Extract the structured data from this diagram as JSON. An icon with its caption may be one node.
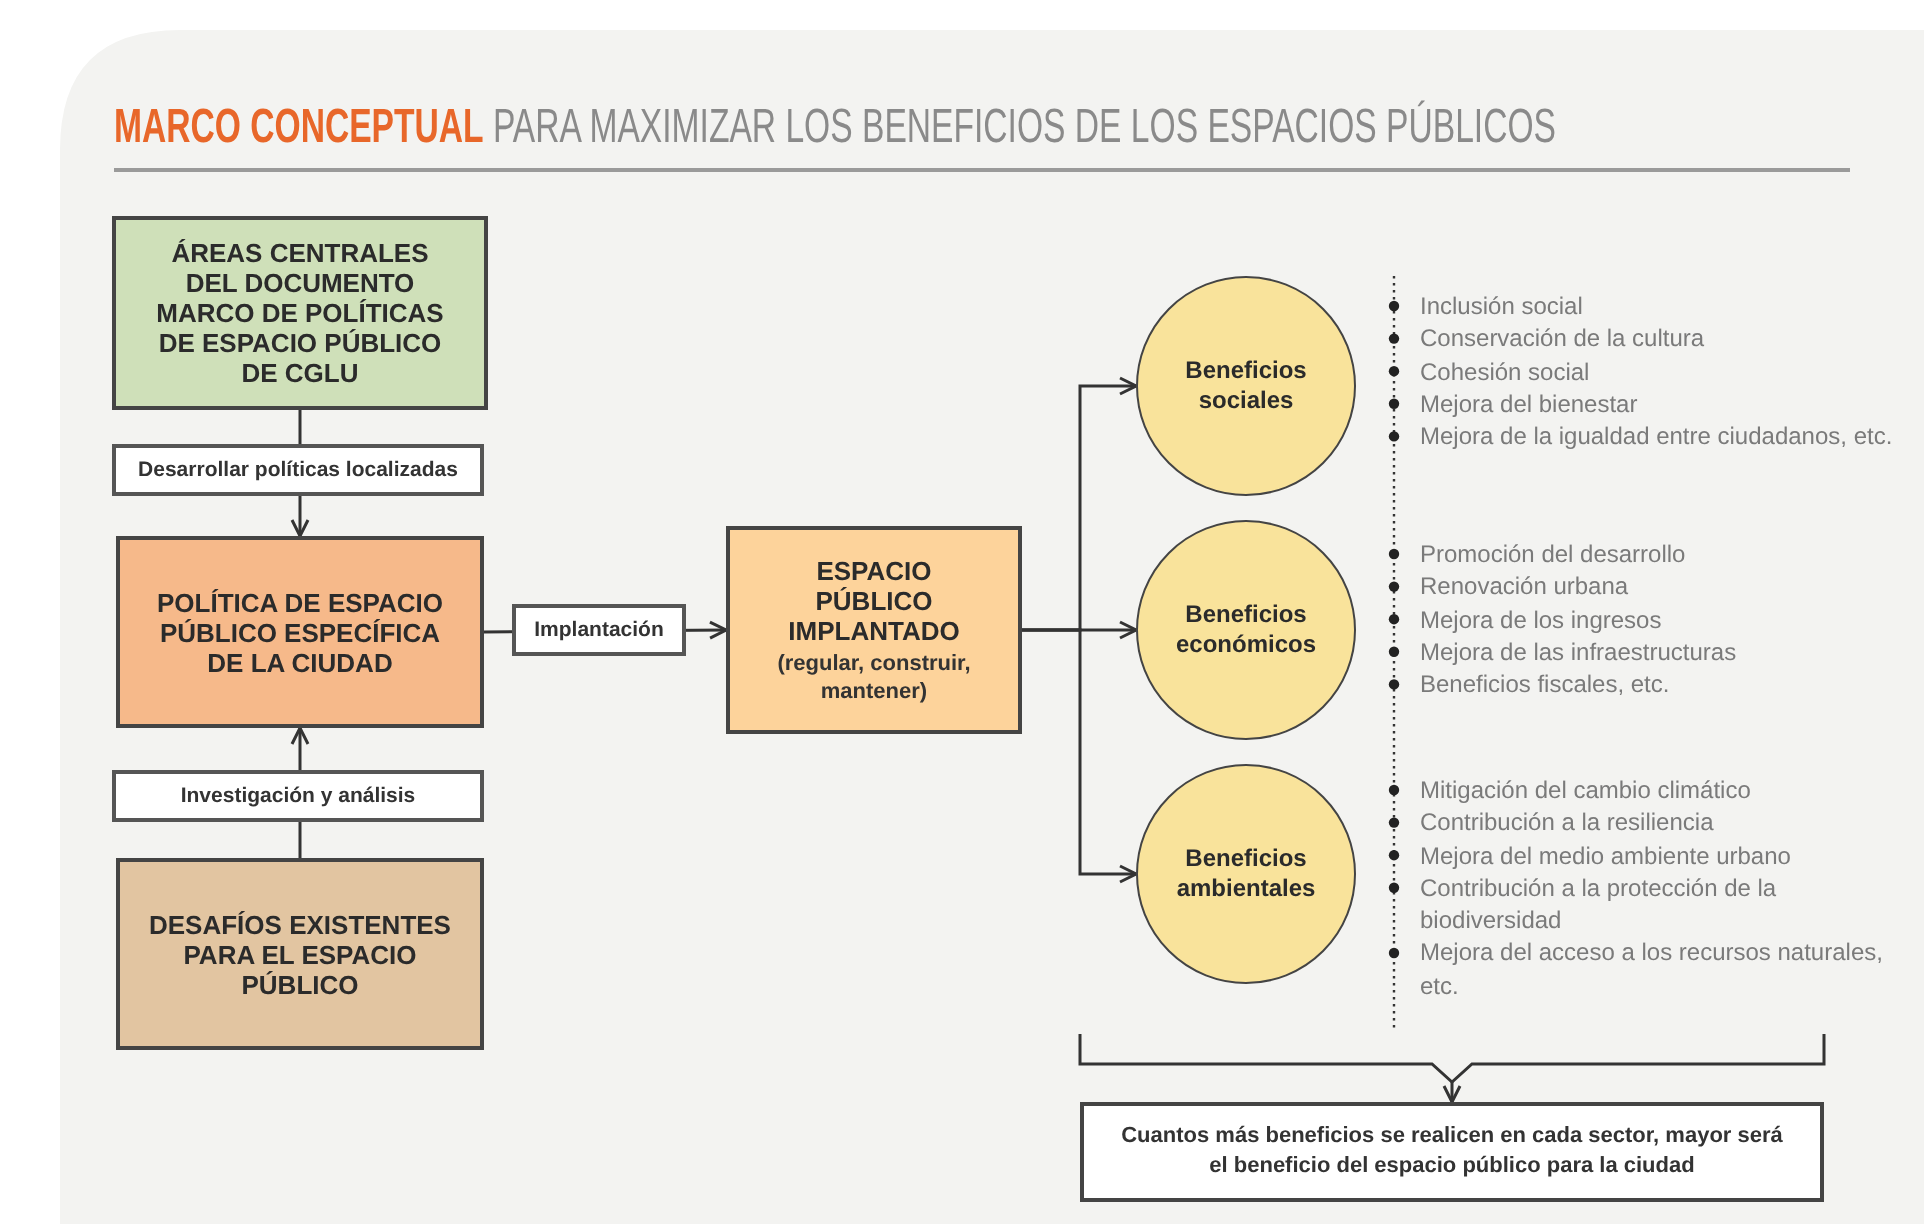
{
  "diagram": {
    "title": "**MARCO CONCEPTUAL** PARA MAXIMIZAR LOS BENEFICIOS DE LOS ESPACIOS PÚBLICOS",
    "nodes": [
      {
        "text": [
          "ÁREAS CENTRALES DEL DOCUMENTO MARCO DE POLÍTICAS DE ESPACIO PÚBLICO DE CGLU"
        ]
      },
      {
        "text": [
          "POLÍTICA DE ESPACIO PÚBLICO ESPECÍFICA DE LA CIUDAD"
        ]
      },
      {
        "text": [
          "DESAFÍOS EXISTENTES PARA EL ESPACIO PÚBLICO"
        ]
      },
      {
        "text": [
          "ESPACIO PÚBLICO IMPLANTADO",
          "(regular, construir, mantener)"
        ]
      },
      {
        "text": [
          "Beneficios sociales"
        ],
        "beside": [
          "Inclusión social",
          "Conservación de la cultura",
          "Cohesión social",
          "Mejora del bienestar",
          "Mejora de la igualdad entre ciudadanos, etc."
        ]
      },
      {
        "text": [
          "Beneficios económicos"
        ],
        "beside": [
          "Promoción del desarrollo",
          "Renovación urbana",
          "Mejora de los ingresos",
          "Mejora de las infraestructuras",
          "Beneficios fiscales, etc."
        ]
      },
      {
        "text": [
          "Beneficios ambientales"
        ],
        "beside": [
          "Mitigación del cambio climático",
          "Contribución a la resiliencia",
          "Mejora del medio ambiente urbano",
          "Contribución a la protección de la biodiversidad",
          "Mejora del acceso a los recursos naturales, etc."
        ]
      },
      {
        "text": [
          "Cuantos más beneficios se realicen en cada sector, mayor será el beneficio del espacio público para la ciudad"
        ]
      }
    ],
    "edges": [
      {
        "from": 0,
        "to": 1,
        "arrow": "to",
        "label": "Desarrollar políticas localizadas"
      },
      {
        "from": 2,
        "to": 1,
        "arrow": "to",
        "label": "Investigación y análisis"
      },
      {
        "from": 1,
        "to": 3,
        "arrow": "to",
        "label": "Implantación"
      },
      {
        "from": 3,
        "to": 4,
        "arrow": "to"
      },
      {
        "from": 3,
        "to": 5,
        "arrow": "to"
      },
      {
        "from": 3,
        "to": 6,
        "arrow": "to"
      },
      {
        "from": null,
        "to": 7,
        "arrow": "to"
      }
    ]
  }
}
